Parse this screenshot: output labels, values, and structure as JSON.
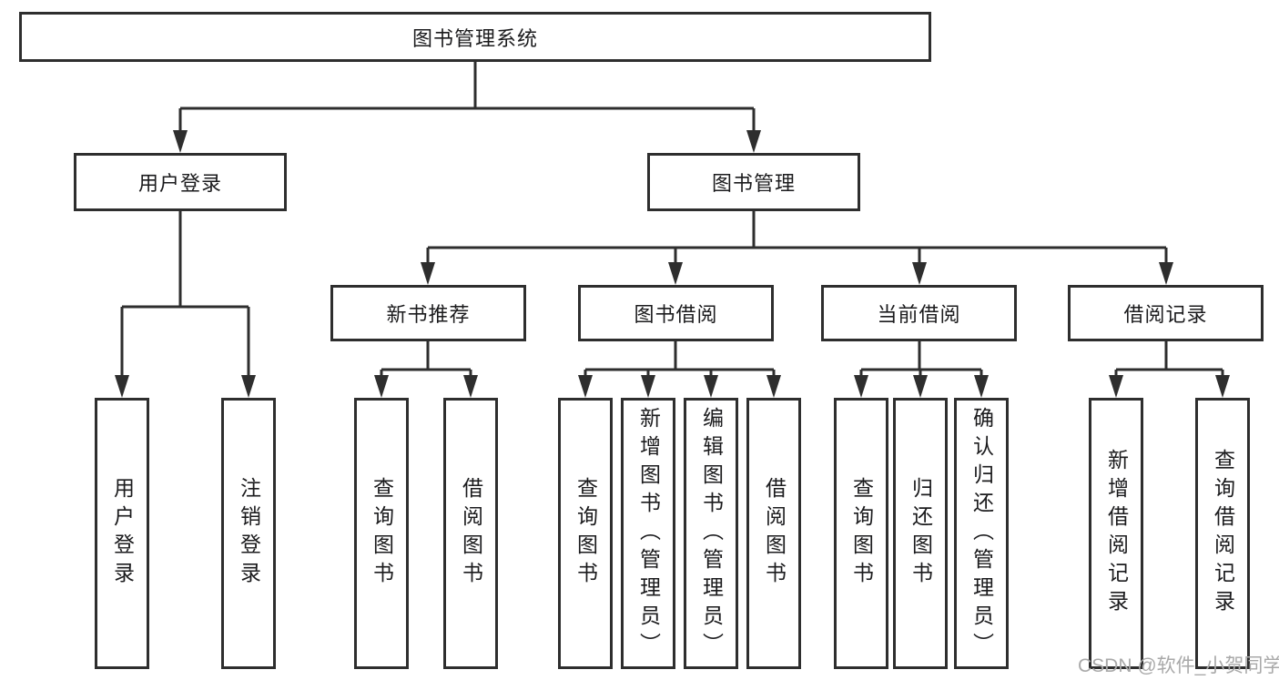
{
  "diagram": {
    "root": {
      "label": "图书管理系统"
    },
    "user_login": {
      "label": "用户登录",
      "children": [
        {
          "label": "用户登录"
        },
        {
          "label": "注销登录"
        }
      ]
    },
    "book_mgmt": {
      "label": "图书管理",
      "sections": [
        {
          "label": "新书推荐",
          "children": [
            {
              "label": "查询图书"
            },
            {
              "label": "借阅图书"
            }
          ]
        },
        {
          "label": "图书借阅",
          "children": [
            {
              "label": "查询图书"
            },
            {
              "label": "新增图书（管理员）"
            },
            {
              "label": "编辑图书（管理员）"
            },
            {
              "label": "借阅图书"
            }
          ]
        },
        {
          "label": "当前借阅",
          "children": [
            {
              "label": "查询图书"
            },
            {
              "label": "归还图书"
            },
            {
              "label": "确认归还（管理员）"
            }
          ]
        },
        {
          "label": "借阅记录",
          "children": [
            {
              "label": "新增借阅记录"
            },
            {
              "label": "查询借阅记录"
            }
          ]
        }
      ]
    }
  },
  "watermark": {
    "text": "CSDN @软件_小贺同学"
  },
  "colors": {
    "line": "#2e2e2e",
    "border": "#2e2e2e",
    "text": "#1b1b1d",
    "background": "#ffffff",
    "watermark": "#a9a9a9"
  }
}
